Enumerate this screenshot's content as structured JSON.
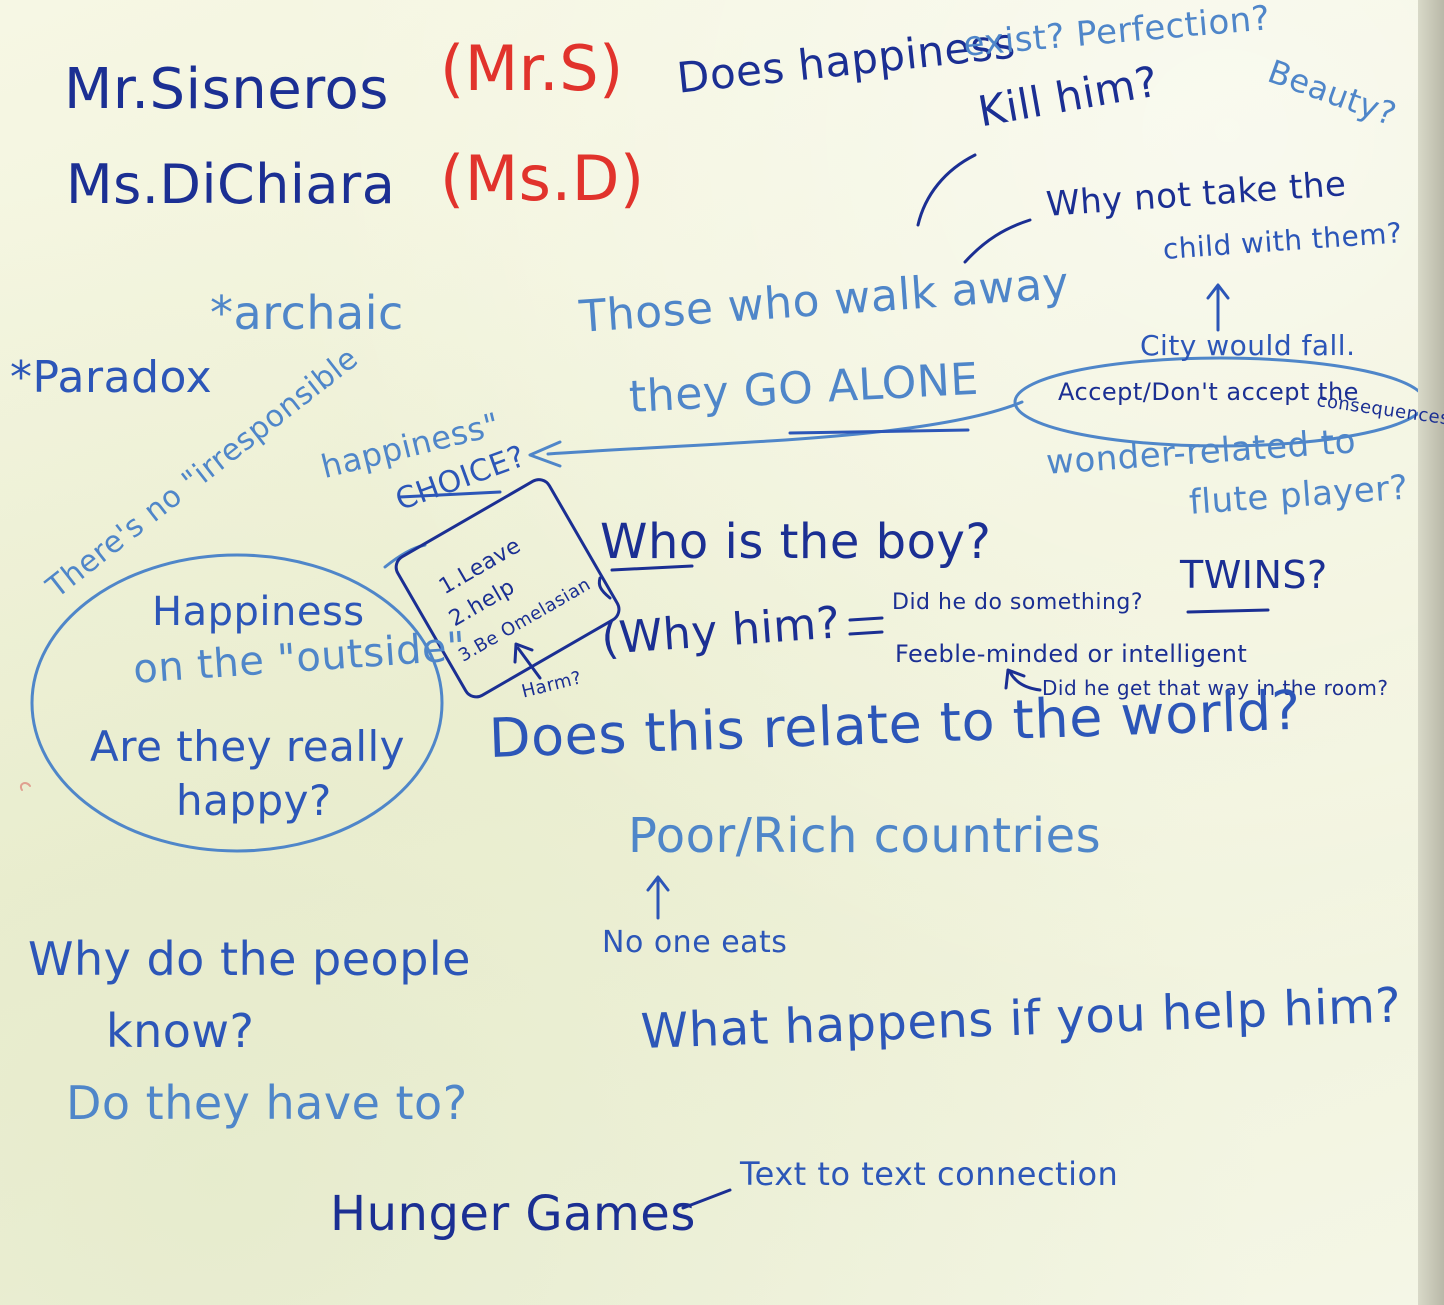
{
  "whiteboard": {
    "teachers": {
      "name1": "Mr.Sisneros",
      "abbr1": "(Mr.S)",
      "name2": "Ms.DiChiara",
      "abbr2": "(Ms.D)"
    },
    "vocab": {
      "archaic": "*archaic",
      "paradox": "*Paradox"
    },
    "top_questions": {
      "happiness": "Does happiness",
      "exist": "exist? Perfection?",
      "beauty": "Beauty?",
      "kill": "Kill him?",
      "why_not_1": "Why not take the",
      "why_not_2": "child with them?",
      "city": "City would fall."
    },
    "walk_away": {
      "line1": "Those who walk away",
      "line2": "they GO ALONE",
      "accept": "Accept/Don't accept the",
      "consequences": "consequences"
    },
    "right_notes": {
      "wonder1": "wonder-related to",
      "wonder2": "flute player?",
      "twins": "TWINS?"
    },
    "responsible": {
      "line1": "There's no \"irresponsible",
      "line2": "happiness\"",
      "choice": "CHOICE?"
    },
    "choice_box": {
      "item1": "1.Leave",
      "item2": "2.help",
      "item3": "3.Be Omelasian",
      "harm": "Harm?"
    },
    "boy": {
      "who": "Who is the boy?",
      "why": "(Why him?",
      "did_something": "Did he do something?",
      "feeble": "Feeble-minded or intelligent",
      "room": "Did he get that way in the room?"
    },
    "happiness_circle": {
      "line1": "Happiness",
      "line2": "on the \"outside\"",
      "line3": "Are they really",
      "line4": "happy?"
    },
    "world": {
      "relate": "Does this relate to the world?",
      "countries": "Poor/Rich countries",
      "no_one": "No one eats"
    },
    "people": {
      "line1": "Why do the people",
      "line2": "know?",
      "line3": "Do they have to?"
    },
    "help": "What happens if you help him?",
    "hunger": {
      "title": "Hunger Games",
      "connection": "Text to text connection"
    }
  },
  "colors": {
    "board": "#f3f4dc",
    "red_marker": "#e1332c",
    "dark_blue_marker": "#1b2f93",
    "blue_marker": "#2c56b8",
    "light_blue_marker": "#4f86c9",
    "teal_marker": "#3a8aa8"
  }
}
